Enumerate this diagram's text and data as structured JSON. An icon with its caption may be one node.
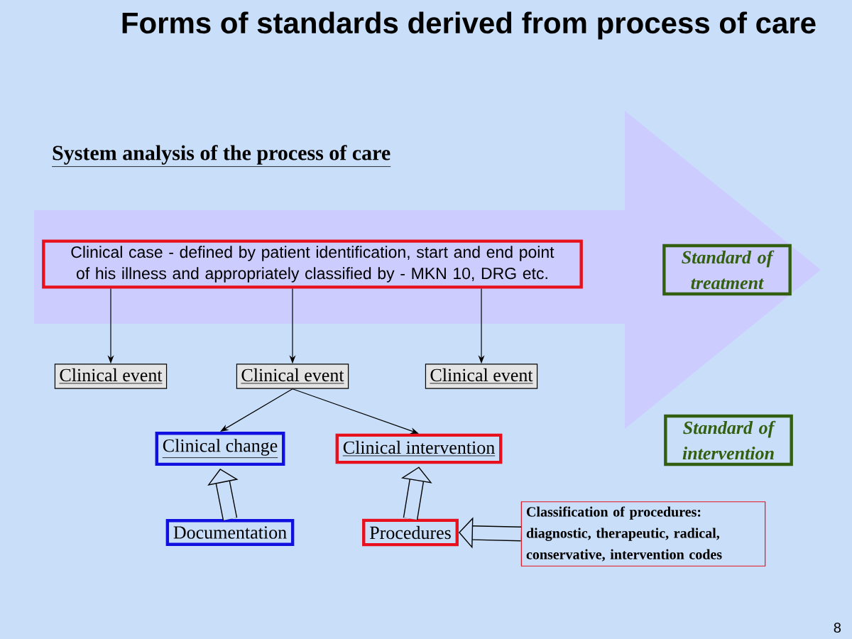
{
  "diagram": {
    "title": "Forms of standards derived from process of care",
    "nodes": [
      {
        "text": [],
        "shape": "arrow"
      },
      {
        "text": [
          "Clinical case - defined by patient identification, start and end point of his illness and appropriately classified by - MKN 10, DRG etc."
        ],
        "in": 0
      },
      {
        "text": [
          "Clinical event"
        ]
      },
      {
        "text": [
          "Clinical event"
        ]
      },
      {
        "text": [
          "Clinical event"
        ]
      },
      {
        "text": [
          "Clinical change"
        ]
      },
      {
        "text": [
          "Clinical intervention"
        ]
      },
      {
        "text": [
          "Documentation"
        ]
      },
      {
        "text": [
          "Procedures"
        ]
      },
      {
        "text": [
          "Classification of procedures: diagnostic, therapeutic, radical, conservative, intervention codes"
        ]
      },
      {
        "text": [
          "Standard of treatment"
        ],
        "in": 0
      },
      {
        "text": [
          "Standard of intervention"
        ]
      }
    ],
    "edges": [
      {
        "from": 1,
        "to": 2,
        "arrow": "to"
      },
      {
        "from": 1,
        "to": 3,
        "arrow": "to"
      },
      {
        "from": 1,
        "to": 4,
        "arrow": "to"
      },
      {
        "from": 3,
        "to": 5,
        "arrow": "to"
      },
      {
        "from": 3,
        "to": 6,
        "arrow": "to"
      },
      {
        "from": 7,
        "to": 5,
        "arrow": "to",
        "style": "thick"
      },
      {
        "from": 8,
        "to": 6,
        "arrow": "to",
        "style": "thick"
      },
      {
        "from": 9,
        "to": 8,
        "arrow": "to",
        "style": "thick"
      }
    ],
    "labels": [
      "System analysis of the process of care",
      "8"
    ]
  }
}
